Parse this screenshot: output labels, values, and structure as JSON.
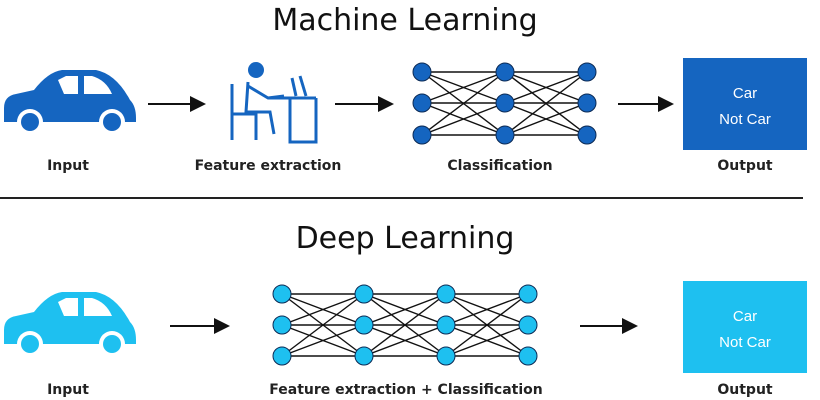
{
  "colors": {
    "ml_blue": "#1565c0",
    "dl_blue": "#1ec0f0",
    "line": "#111111"
  },
  "icons": {
    "car": "car-icon",
    "person": "person-at-desk-icon",
    "network": "neural-network-icon",
    "arrow": "arrow-right-icon"
  },
  "ml": {
    "title": "Machine Learning",
    "input_label": "Input",
    "feature_label": "Feature extraction",
    "classification_label": "Classification",
    "output_label": "Output",
    "output_option_1": "Car",
    "output_option_2": "Not Car"
  },
  "dl": {
    "title": "Deep Learning",
    "input_label": "Input",
    "combined_label": "Feature extraction + Classification",
    "output_label": "Output",
    "output_option_1": "Car",
    "output_option_2": "Not Car"
  }
}
